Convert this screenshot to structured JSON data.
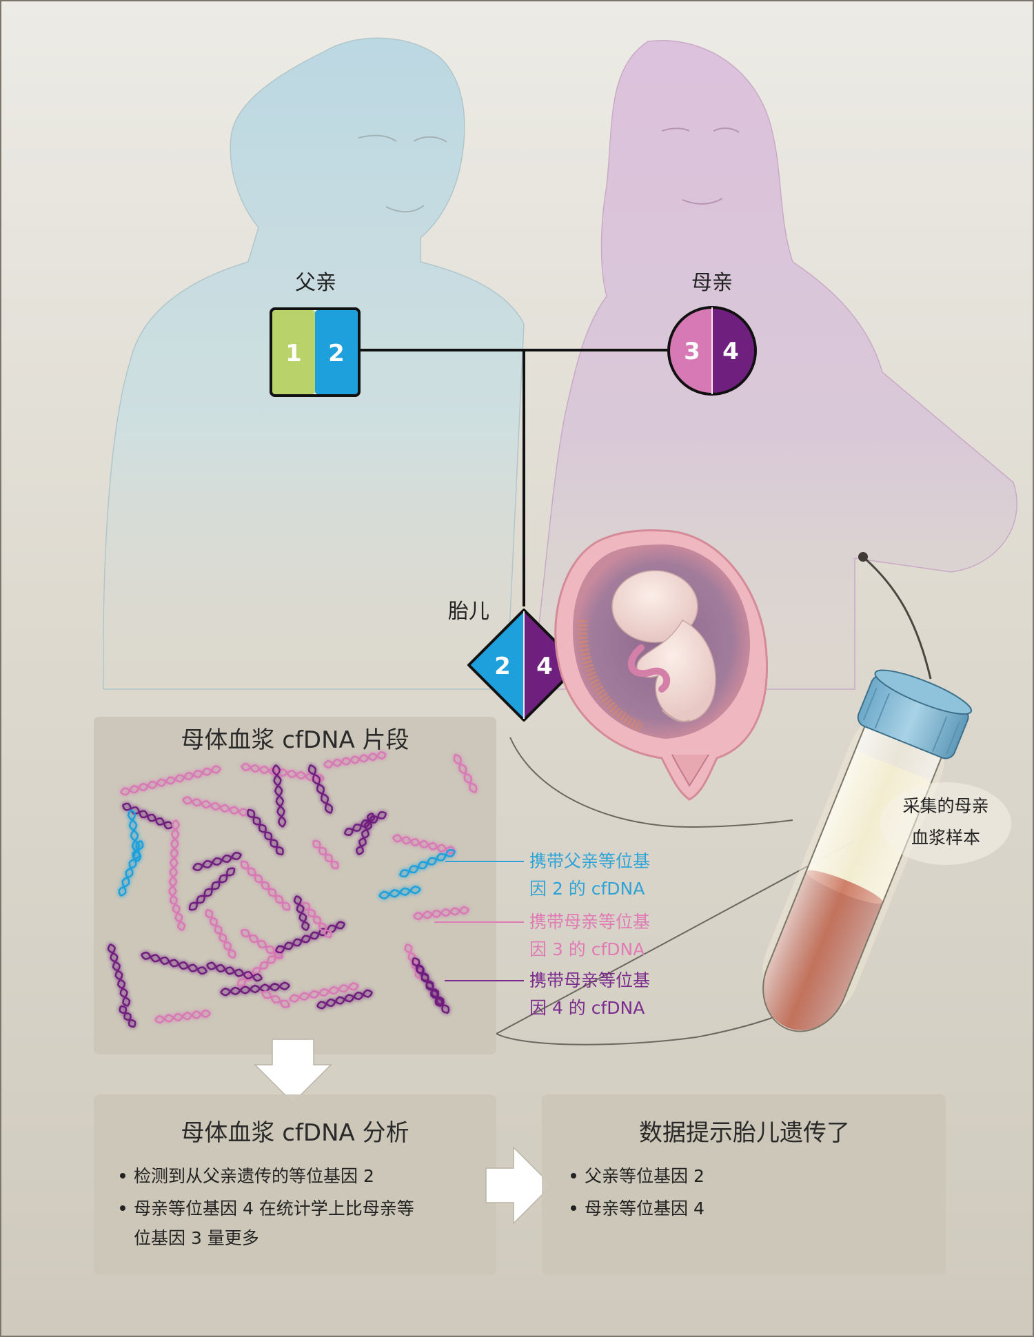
{
  "pedigree": {
    "father_label": "父亲",
    "mother_label": "母亲",
    "fetus_label": "胎儿",
    "father_alleles": [
      "1",
      "2"
    ],
    "mother_alleles": [
      "3",
      "4"
    ],
    "fetus_alleles": [
      "2",
      "4"
    ]
  },
  "tube_label": [
    "采集的母亲",
    "血浆样本"
  ],
  "cfdna_panel": {
    "title": "母体血浆 cfDNA 片段",
    "legend": [
      {
        "lines": [
          "携带父亲等位基",
          "因 2 的 cfDNA"
        ],
        "color": "#2ea3d6"
      },
      {
        "lines": [
          "携带母亲等位基",
          "因 3 的 cfDNA"
        ],
        "color": "#e07bb5"
      },
      {
        "lines": [
          "携带母亲等位基",
          "因 4 的 cfDNA"
        ],
        "color": "#7b2b8c"
      }
    ]
  },
  "analysis": {
    "title": "母体血浆 cfDNA 分析",
    "bullets": [
      [
        "检测到从父亲遗传的等位基因 2"
      ],
      [
        "母亲等位基因 4 在统计学上比母亲等",
        "位基因 3 量更多"
      ]
    ]
  },
  "result": {
    "title": "数据提示胎儿遗传了",
    "bullets": [
      "父亲等位基因 2",
      "母亲等位基因 4"
    ]
  },
  "colors": {
    "allele1": "#b9d36a",
    "allele2": "#1ea0dc",
    "allele3": "#d779b5",
    "allele4": "#6f1f7e",
    "background": "#dcd9cf",
    "panel": "#cbc6b8"
  }
}
